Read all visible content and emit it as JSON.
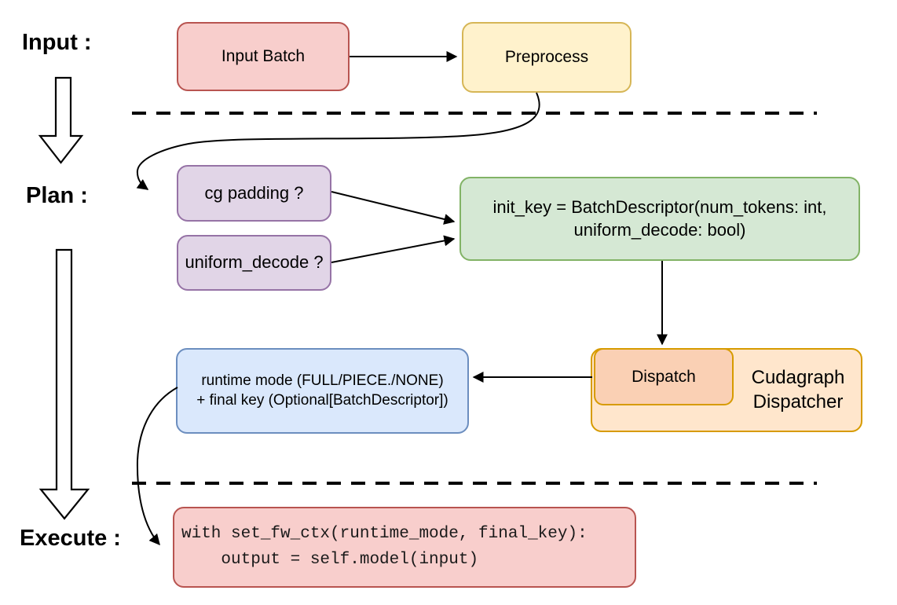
{
  "section_labels": {
    "input": "Input :",
    "plan": "Plan :",
    "execute": "Execute :"
  },
  "nodes": {
    "input_batch": {
      "label": "Input Batch",
      "fill": "#f8cecc",
      "stroke": "#b85450"
    },
    "preprocess": {
      "label": "Preprocess",
      "fill": "#fff2cc",
      "stroke": "#d6b656"
    },
    "cg_padding": {
      "label": "cg padding ?",
      "fill": "#e1d5e7",
      "stroke": "#9673a6"
    },
    "uniform_decode": {
      "label": "uniform_decode ?",
      "fill": "#e1d5e7",
      "stroke": "#9673a6"
    },
    "init_key": {
      "line1": "init_key = BatchDescriptor(num_tokens: int,",
      "line2": "uniform_decode: bool)",
      "fill": "#d5e8d4",
      "stroke": "#82b366"
    },
    "dispatch": {
      "label": "Dispatch",
      "fill": "#fad0b4",
      "stroke": "#d79b00"
    },
    "cudagraph_dispatcher": {
      "line1": "Cudagraph",
      "line2": "Dispatcher",
      "fill": "#ffe6cc",
      "stroke": "#d79b00"
    },
    "runtime_result": {
      "line1": "runtime mode (FULL/PIECE./NONE)",
      "line2": "+ final key (Optional[BatchDescriptor])",
      "fill": "#dae8fc",
      "stroke": "#6c8ebf"
    },
    "execute_code": {
      "line1": "with set_fw_ctx(runtime_mode, final_key):",
      "line2": "    output = self.model(input)",
      "fill": "#f8cecc",
      "stroke": "#b85450"
    }
  },
  "colors": {
    "edge": "#000000",
    "separator": "#000000",
    "hollow_arrow_fill": "#ffffff",
    "text": "#000000"
  }
}
